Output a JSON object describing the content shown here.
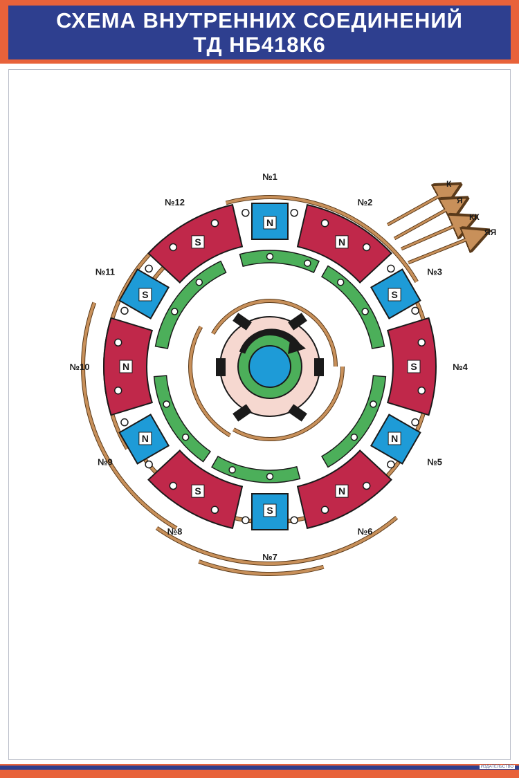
{
  "title": {
    "line1": "СХЕМА ВНУТРЕННИХ СОЕДИНЕНИЙ",
    "line2": "ТД НБ418К6"
  },
  "colors": {
    "frame_orange": "#e8623a",
    "title_blue": "#2e3f8f",
    "main_pole_red": "#c0284a",
    "aux_pole_blue": "#1e9bd7",
    "winding_green": "#4caf5a",
    "wire_tan": "#c8905a",
    "commutator_pink": "#f6d8d0"
  },
  "leads": [
    {
      "label": "К"
    },
    {
      "label": "Я"
    },
    {
      "label": "КК"
    },
    {
      "label": "ЯЯ"
    }
  ],
  "poles": [
    {
      "id": 1,
      "name": "№1",
      "polarity": "N",
      "kind": "aux"
    },
    {
      "id": 2,
      "name": "№2",
      "polarity": "N",
      "kind": "main"
    },
    {
      "id": 3,
      "name": "№3",
      "polarity": "S",
      "kind": "aux"
    },
    {
      "id": 4,
      "name": "№4",
      "polarity": "S",
      "kind": "main"
    },
    {
      "id": 5,
      "name": "№5",
      "polarity": "N",
      "kind": "aux"
    },
    {
      "id": 6,
      "name": "№6",
      "polarity": "N",
      "kind": "main"
    },
    {
      "id": 7,
      "name": "№7",
      "polarity": "S",
      "kind": "aux"
    },
    {
      "id": 8,
      "name": "№8",
      "polarity": "S",
      "kind": "main"
    },
    {
      "id": 9,
      "name": "№9",
      "polarity": "N",
      "kind": "aux"
    },
    {
      "id": 10,
      "name": "№10",
      "polarity": "N",
      "kind": "main"
    },
    {
      "id": 11,
      "name": "№11",
      "polarity": "S",
      "kind": "aux"
    },
    {
      "id": 12,
      "name": "№12",
      "polarity": "S",
      "kind": "main"
    }
  ],
  "publisher": "ИЗДАТЕЛЬСТВО"
}
